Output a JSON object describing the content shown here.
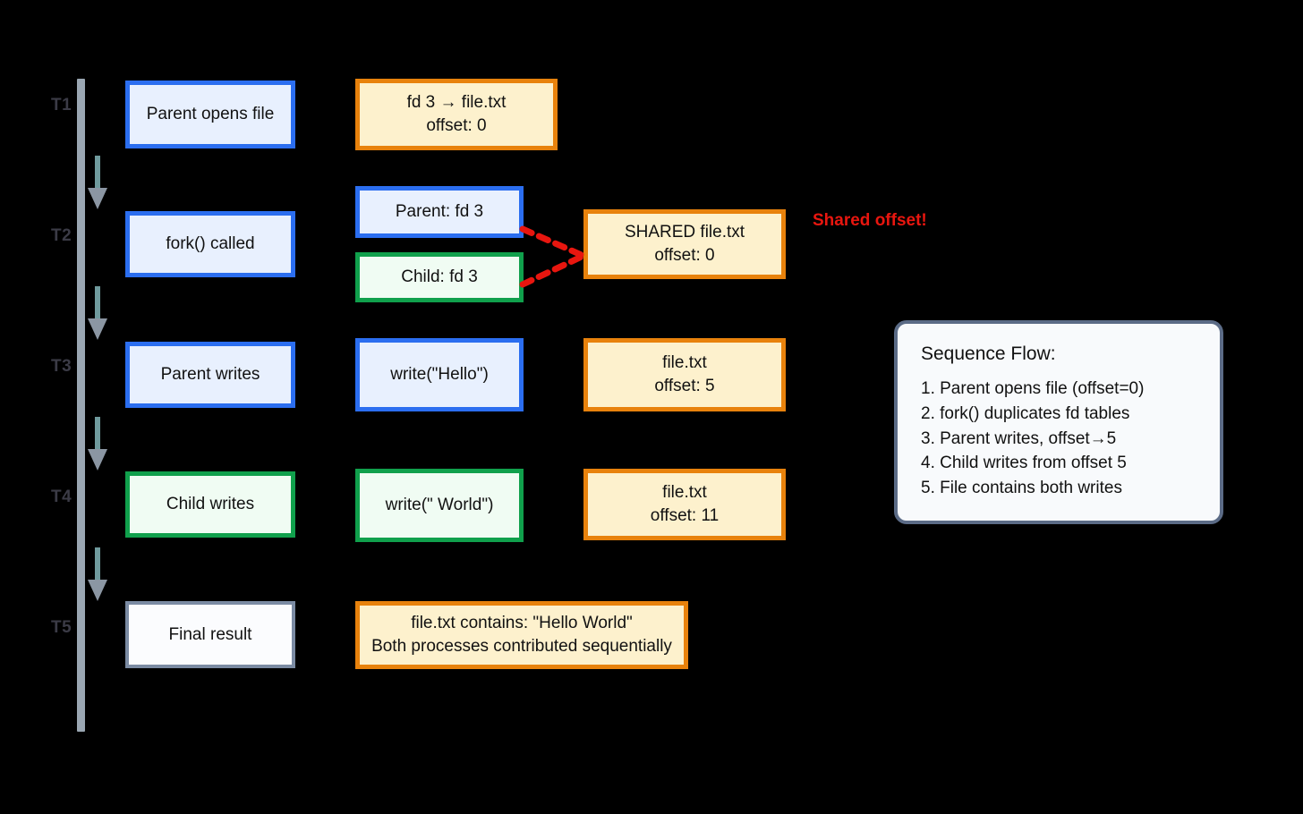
{
  "diagram": {
    "title_hidden": "",
    "colors": {
      "background": "#000000",
      "blue_border": "#2b6ef0",
      "blue_fill": "#e8f0fe",
      "green_border": "#10a04c",
      "green_fill": "#f0fcf3",
      "orange_border": "#e8820c",
      "orange_fill": "#fdf1cd",
      "grey_border": "#7b8ba3",
      "grey_fill": "#fbfcfe",
      "timeline": "#9aa6b2",
      "arrow_shaft": "#6f9a9d",
      "arrow_head": "#8b96a3",
      "red_accent": "#e8160f",
      "text": "#111111",
      "tick_label": "#3b3b46"
    },
    "timeline": {
      "ticks": [
        {
          "label": "T1"
        },
        {
          "label": "T2"
        },
        {
          "label": "T3"
        },
        {
          "label": "T4"
        },
        {
          "label": "T5"
        }
      ]
    },
    "rows": [
      {
        "tick": "T1",
        "event": "Parent opens file",
        "event_style": "blue",
        "detail": "fd 3 → file.txt\noffset: 0",
        "detail_style": "orange"
      },
      {
        "tick": "T2",
        "event": "fork() called",
        "event_style": "blue",
        "fd_parent": "Parent: fd 3",
        "fd_child": "Child: fd 3",
        "shared": "SHARED file.txt\noffset: 0",
        "annotation": "Shared offset!"
      },
      {
        "tick": "T3",
        "event": "Parent writes",
        "event_style": "blue",
        "call": "write(\"Hello\")",
        "call_style": "blue",
        "file": "file.txt\noffset: 5",
        "file_style": "orange"
      },
      {
        "tick": "T4",
        "event": "Child writes",
        "event_style": "green",
        "call": "write(\" World\")",
        "call_style": "green",
        "file": "file.txt\noffset: 11",
        "file_style": "orange"
      },
      {
        "tick": "T5",
        "event": "Final result",
        "event_style": "grey",
        "result": "file.txt contains: \"Hello World\"\nBoth processes contributed sequentially",
        "result_style": "orange"
      }
    ],
    "panel": {
      "title": "Sequence Flow:",
      "steps": [
        "1. Parent opens file (offset=0)",
        "2. fork() duplicates fd tables",
        "3. Parent writes, offset→5",
        "4. Child writes from offset 5",
        "5. File contains both writes"
      ]
    }
  }
}
